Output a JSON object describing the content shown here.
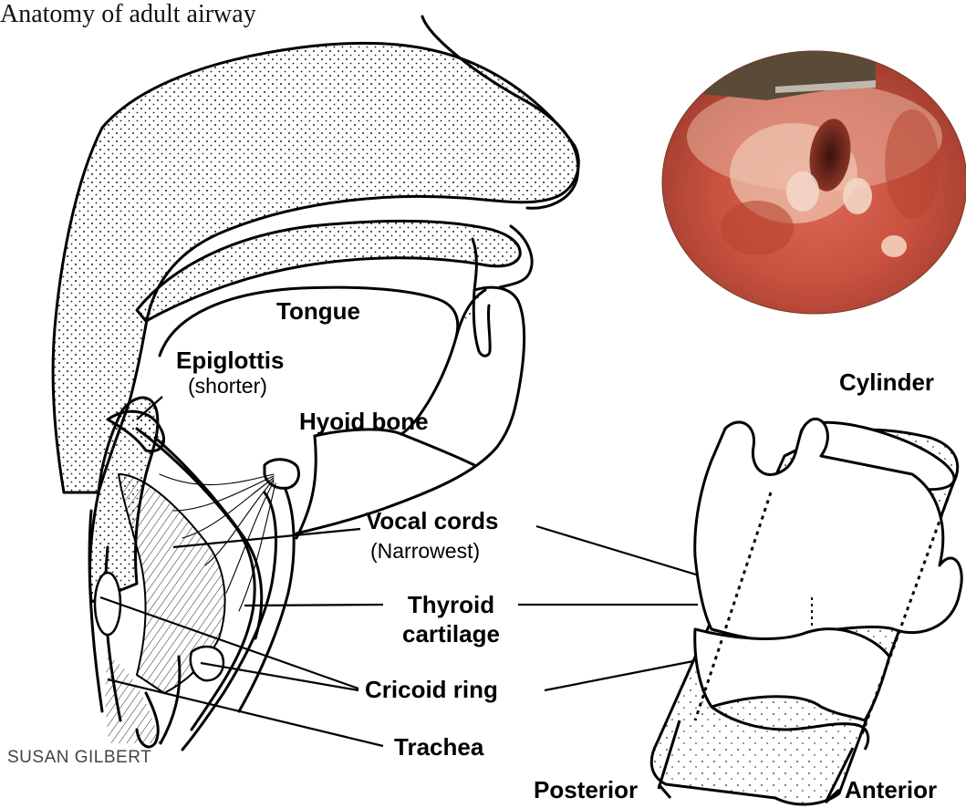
{
  "title": "Anatomy of adult airway",
  "credit": "SUSAN GILBERT",
  "labels": {
    "tongue": "Tongue",
    "epiglottis": "Epiglottis",
    "epiglottis_note": "(shorter)",
    "hyoid": "Hyoid bone",
    "vocal_cords": "Vocal cords",
    "vocal_cords_note": "(Narrowest)",
    "thyroid_line1": "Thyroid",
    "thyroid_line2": "cartilage",
    "cricoid": "Cricoid ring",
    "trachea": "Trachea",
    "cylinder": "Cylinder",
    "posterior": "Posterior",
    "anterior": "Anterior"
  },
  "colors": {
    "ink": "#000000",
    "stipple": "#1a1a1a",
    "photo_tissue": "#c9513f",
    "photo_dark": "#6b2a1e",
    "photo_light": "#e9b7a3",
    "blade": "#5a4a38"
  }
}
